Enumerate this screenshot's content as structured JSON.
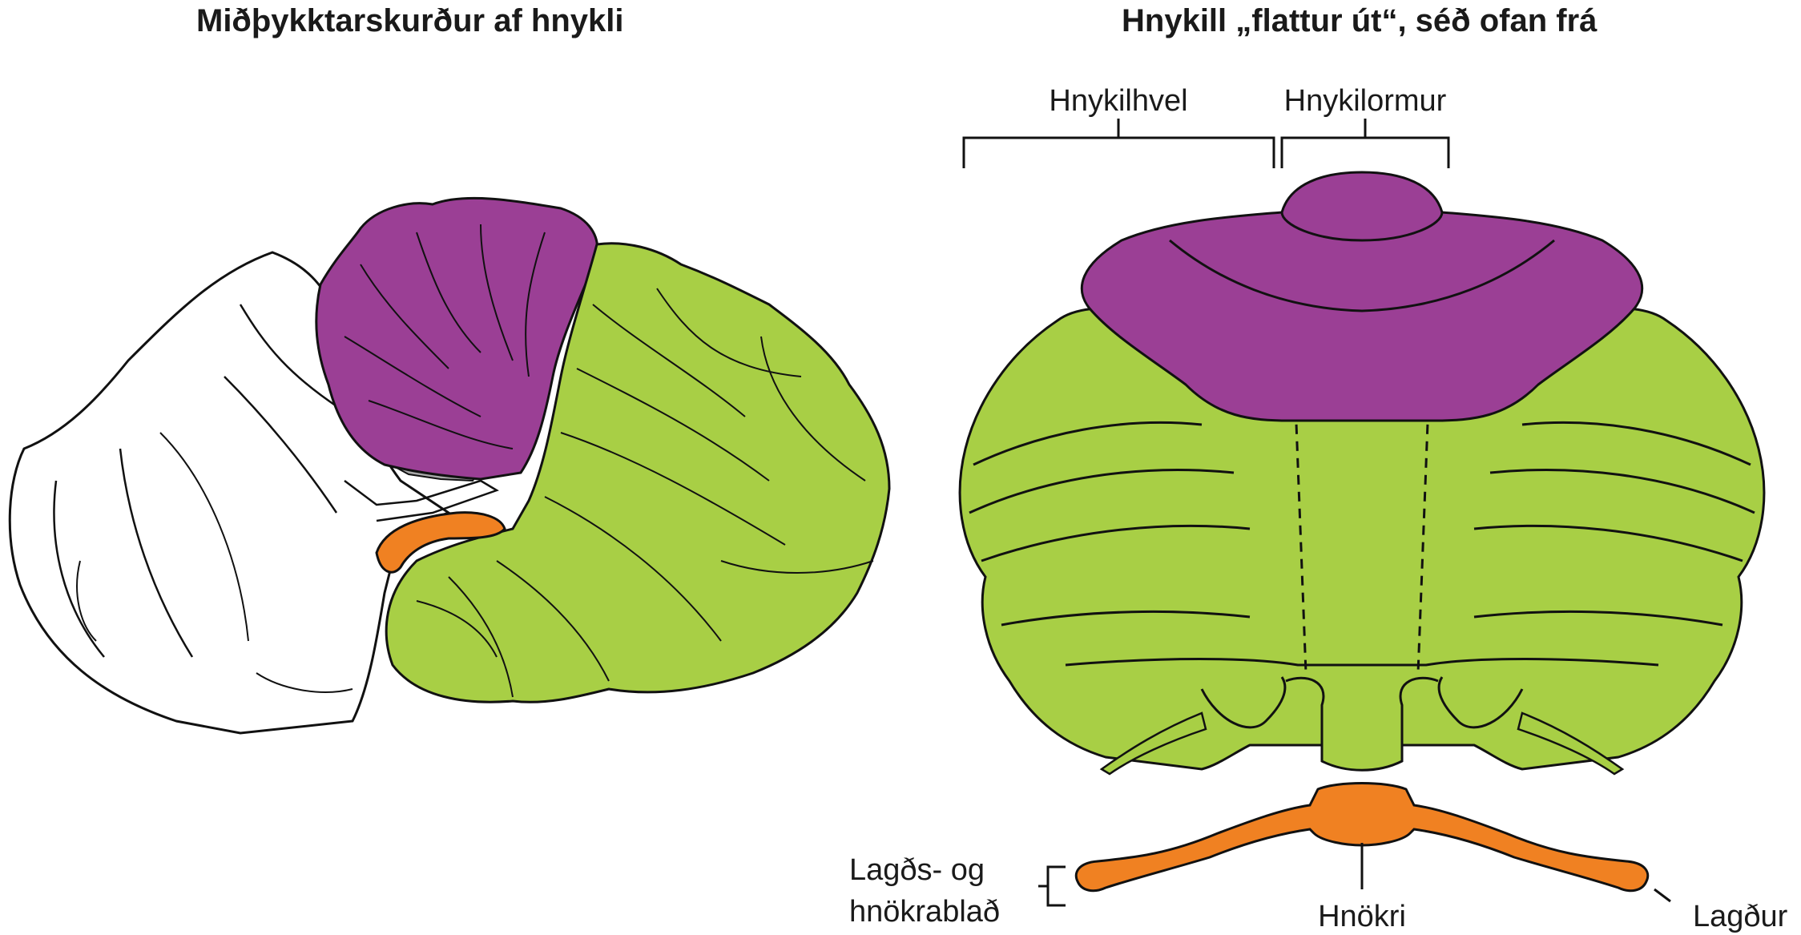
{
  "left_panel": {
    "title": "Miðþykktarskurður af hnykli"
  },
  "right_panel": {
    "title": "Hnykill „flattur út“, séð ofan frá",
    "labels": {
      "hemisphere": "Hnykilhvel",
      "vermis": "Hnykilormur",
      "flocculonodular_line1": "Lagðs- og",
      "flocculonodular_line2": "hnökrablað",
      "nodulus": "Hnökri",
      "flocculus": "Lagður"
    }
  },
  "colors": {
    "anterior_lobe": "#9b3f95",
    "posterior_lobe": "#a8cf45",
    "flocculonodular_lobe": "#f08122",
    "gray_region": "#a9a9a9",
    "outline": "#111111"
  }
}
